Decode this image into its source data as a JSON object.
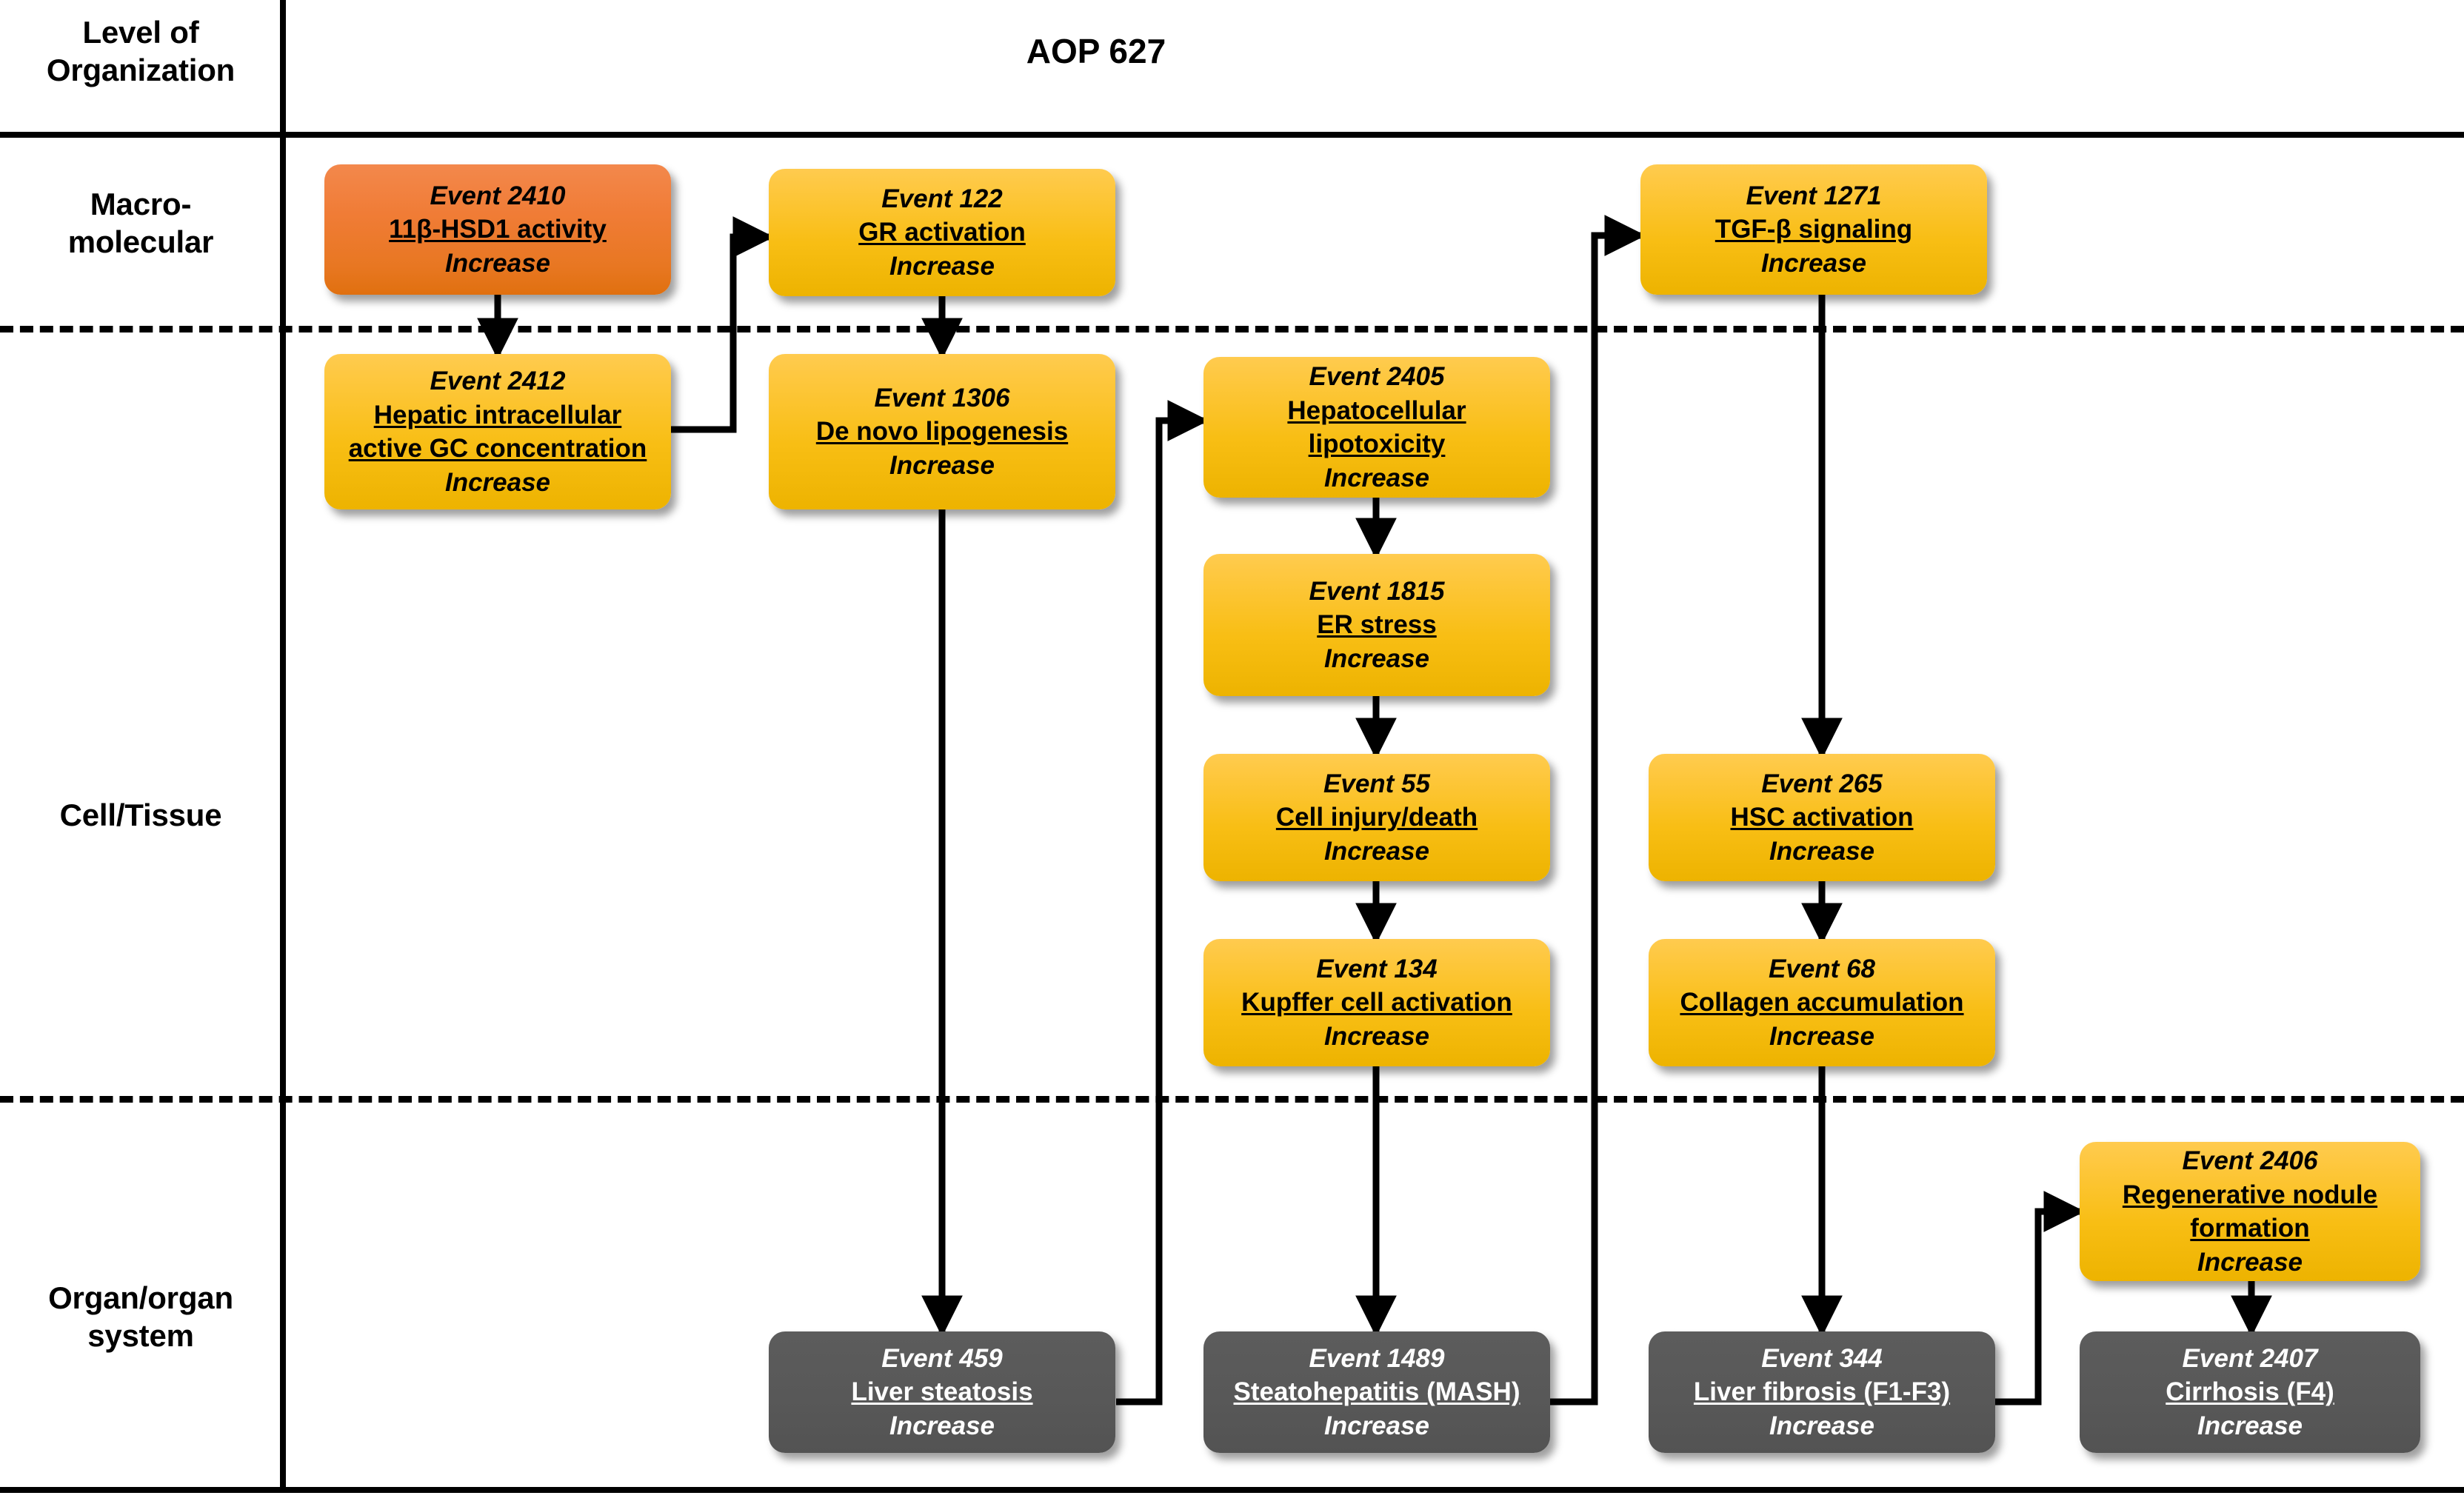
{
  "title": "AOP 627",
  "axis": {
    "header": "Level of\nOrganization",
    "levels": [
      {
        "id": "macro-molecular",
        "label": "Macro-\nmolecular"
      },
      {
        "id": "cell-tissue",
        "label": "Cell/Tissue"
      },
      {
        "id": "organ-organ-system",
        "label": "Organ/organ\nsystem"
      }
    ]
  },
  "colors": {
    "molecular_initiating_event": "#E87722",
    "key_event": "#F8BE14",
    "adverse_outcome": "#585858",
    "connector": "#000000",
    "background": "#FFFFFF"
  },
  "legend_semantics": {
    "orange": "Molecular initiating event",
    "yellow": "Key event",
    "gray": "Adverse outcome / organ-level event"
  },
  "events": [
    {
      "key": "e2410",
      "id_label": "Event 2410",
      "name": "11β-HSD1 activity",
      "direction": "Increase",
      "color": "orange",
      "level": "macro-molecular"
    },
    {
      "key": "e122",
      "id_label": "Event 122",
      "name": "GR activation",
      "direction": "Increase",
      "color": "yellow",
      "level": "macro-molecular"
    },
    {
      "key": "e1271",
      "id_label": "Event 1271",
      "name": "TGF-β signaling",
      "direction": "Increase",
      "color": "yellow",
      "level": "macro-molecular"
    },
    {
      "key": "e2412",
      "id_label": "Event 2412",
      "name": "Hepatic intracellular active GC concentration",
      "name_lines": [
        "Hepatic intracellular",
        "active GC concentration"
      ],
      "direction": "Increase",
      "color": "yellow",
      "level": "cell-tissue"
    },
    {
      "key": "e1306",
      "id_label": "Event 1306",
      "name": "De novo lipogenesis",
      "direction": "Increase",
      "color": "yellow",
      "level": "cell-tissue"
    },
    {
      "key": "e2405",
      "id_label": "Event 2405",
      "name": "Hepatocellular lipotoxicity",
      "name_lines": [
        "Hepatocellular",
        "lipotoxicity"
      ],
      "direction": "Increase",
      "color": "yellow",
      "level": "cell-tissue"
    },
    {
      "key": "e1815",
      "id_label": "Event 1815",
      "name": "ER stress",
      "direction": "Increase",
      "color": "yellow",
      "level": "cell-tissue"
    },
    {
      "key": "e55",
      "id_label": "Event 55",
      "name": "Cell injury/death",
      "direction": "Increase",
      "color": "yellow",
      "level": "cell-tissue"
    },
    {
      "key": "e134",
      "id_label": "Event 134",
      "name": "Kupffer cell activation",
      "direction": "Increase",
      "color": "yellow",
      "level": "cell-tissue"
    },
    {
      "key": "e265",
      "id_label": "Event 265",
      "name": "HSC activation",
      "direction": "Increase",
      "color": "yellow",
      "level": "cell-tissue"
    },
    {
      "key": "e68",
      "id_label": "Event 68",
      "name": "Collagen accumulation",
      "direction": "Increase",
      "color": "yellow",
      "level": "cell-tissue"
    },
    {
      "key": "e2406",
      "id_label": "Event 2406",
      "name": "Regenerative nodule formation",
      "name_lines": [
        "Regenerative nodule",
        "formation"
      ],
      "direction": "Increase",
      "color": "yellow",
      "level": "organ-organ-system"
    },
    {
      "key": "e459",
      "id_label": "Event 459",
      "name": "Liver steatosis",
      "direction": "Increase",
      "color": "gray",
      "level": "organ-organ-system"
    },
    {
      "key": "e1489",
      "id_label": "Event 1489",
      "name": "Steatohepatitis (MASH)",
      "direction": "Increase",
      "color": "gray",
      "level": "organ-organ-system"
    },
    {
      "key": "e344",
      "id_label": "Event 344",
      "name": "Liver fibrosis (F1-F3)",
      "direction": "Increase",
      "color": "gray",
      "level": "organ-organ-system"
    },
    {
      "key": "e2407",
      "id_label": "Event 2407",
      "name": "Cirrhosis (F4)",
      "direction": "Increase",
      "color": "gray",
      "level": "organ-organ-system"
    }
  ],
  "relationships": [
    {
      "from": "e2410",
      "to": "e2412"
    },
    {
      "from": "e2412",
      "to": "e122"
    },
    {
      "from": "e122",
      "to": "e1306"
    },
    {
      "from": "e1306",
      "to": "e459"
    },
    {
      "from": "e459",
      "to": "e2405"
    },
    {
      "from": "e2405",
      "to": "e1815"
    },
    {
      "from": "e1815",
      "to": "e55"
    },
    {
      "from": "e55",
      "to": "e134"
    },
    {
      "from": "e134",
      "to": "e1489"
    },
    {
      "from": "e1489",
      "to": "e1271"
    },
    {
      "from": "e1271",
      "to": "e265"
    },
    {
      "from": "e265",
      "to": "e68"
    },
    {
      "from": "e68",
      "to": "e344"
    },
    {
      "from": "e344",
      "to": "e2406"
    },
    {
      "from": "e2406",
      "to": "e2407"
    }
  ]
}
